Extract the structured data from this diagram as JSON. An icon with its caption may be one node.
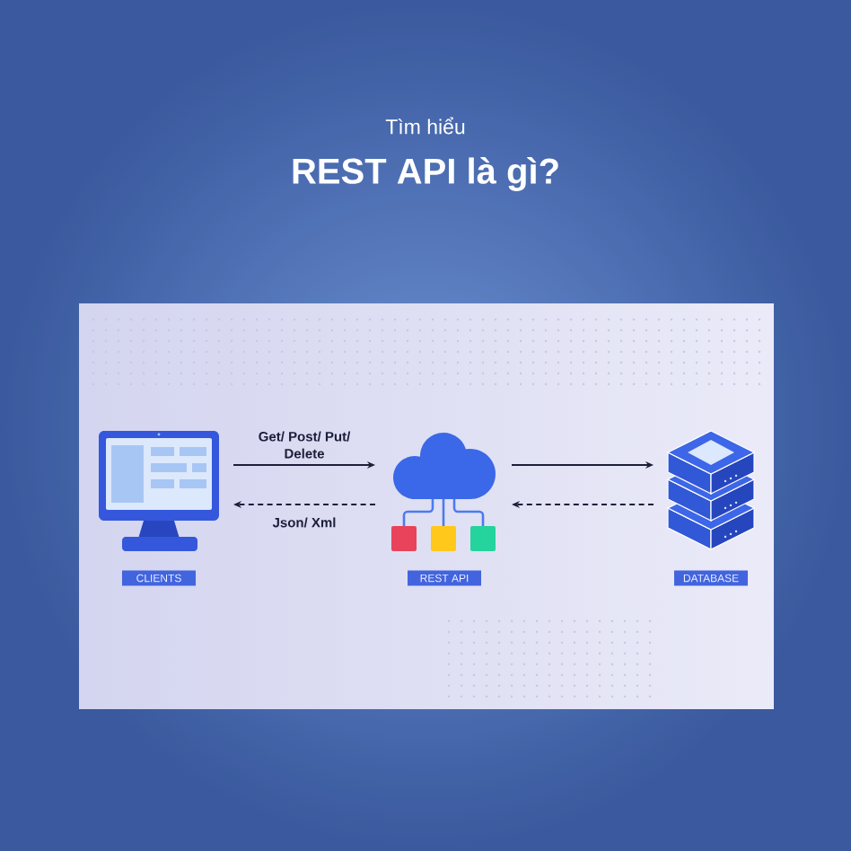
{
  "diagram": {
    "title": "REST API là gì?",
    "nodes": [
      {
        "text": [],
        "shape": "picture",
        "beside": [
          "CLIENTS"
        ]
      },
      {
        "text": [],
        "shape": "picture",
        "beside": [
          "REST API"
        ]
      },
      {
        "text": [],
        "shape": "picture",
        "beside": [
          "DATABASE"
        ]
      }
    ],
    "edges": [
      {
        "from": 0,
        "to": 1,
        "arrow": "to",
        "label": "Get/ Post/ Put/ Delete"
      },
      {
        "from": 1,
        "to": 0,
        "arrow": "to",
        "label": "Json/ Xml",
        "style": "dashed"
      },
      {
        "from": 1,
        "to": 2,
        "arrow": "to"
      },
      {
        "from": 2,
        "to": 1,
        "arrow": "to",
        "style": "dashed"
      }
    ],
    "labels": [
      "Tìm hiểu"
    ]
  }
}
